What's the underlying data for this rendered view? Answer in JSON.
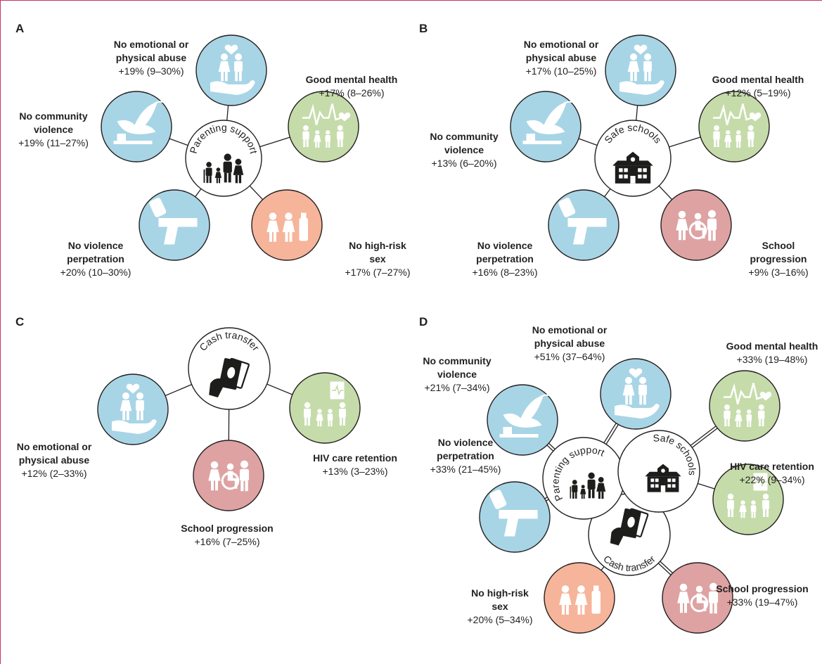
{
  "colors": {
    "frame": "#c8326e",
    "blue": "#a8d5e6",
    "green": "#c5dcaa",
    "salmon": "#f6b49a",
    "rose": "#dea2a2",
    "ink": "#231f20"
  },
  "panels": [
    {
      "letter": "A",
      "hubs": [
        {
          "label": "Parenting support",
          "icon": "family-icon"
        }
      ],
      "outcomes": [
        {
          "title": [
            "No emotional or",
            "physical abuse"
          ],
          "value": "+19% (9–30%)",
          "icon": "abuse-free-icon",
          "color": "blue"
        },
        {
          "title": [
            "Good mental health"
          ],
          "value": "+17% (8–26%)",
          "icon": "mental-health-icon",
          "color": "green"
        },
        {
          "title": [
            "No high-risk",
            "sex"
          ],
          "value": "+17% (7–27%)",
          "icon": "sexual-health-icon",
          "color": "salmon"
        },
        {
          "title": [
            "No violence",
            "perpetration"
          ],
          "value": "+20% (10–30%)",
          "icon": "gun-icon",
          "color": "blue"
        },
        {
          "title": [
            "No community",
            "violence"
          ],
          "value": "+19% (11–27%)",
          "icon": "dove-icon",
          "color": "blue"
        }
      ]
    },
    {
      "letter": "B",
      "hubs": [
        {
          "label": "Safe schools",
          "icon": "school-icon"
        }
      ],
      "outcomes": [
        {
          "title": [
            "No emotional or",
            "physical abuse"
          ],
          "value": "+17% (10–25%)",
          "icon": "abuse-free-icon",
          "color": "blue"
        },
        {
          "title": [
            "Good mental health"
          ],
          "value": "+12% (5–19%)",
          "icon": "mental-health-icon",
          "color": "green"
        },
        {
          "title": [
            "School",
            "progression"
          ],
          "value": "+9% (3–16%)",
          "icon": "students-icon",
          "color": "rose"
        },
        {
          "title": [
            "No violence",
            "perpetration"
          ],
          "value": "+16% (8–23%)",
          "icon": "gun-icon",
          "color": "blue"
        },
        {
          "title": [
            "No community",
            "violence"
          ],
          "value": "+13% (6–20%)",
          "icon": "dove-icon",
          "color": "blue"
        }
      ]
    },
    {
      "letter": "C",
      "hubs": [
        {
          "label": "Cash transfer",
          "icon": "cash-icon"
        }
      ],
      "outcomes": [
        {
          "title": [
            "No emotional or",
            "physical abuse"
          ],
          "value": "+12% (2–33%)",
          "icon": "abuse-free-icon",
          "color": "blue"
        },
        {
          "title": [
            "School progression"
          ],
          "value": "+16% (7–25%)",
          "icon": "students-icon",
          "color": "rose"
        },
        {
          "title": [
            "HIV care retention"
          ],
          "value": "+13% (3–23%)",
          "icon": "hiv-care-icon",
          "color": "green"
        }
      ]
    },
    {
      "letter": "D",
      "hubs": [
        {
          "label": "Parenting support",
          "icon": "family-icon"
        },
        {
          "label": "Safe schools",
          "icon": "school-icon"
        },
        {
          "label": "Cash transfer",
          "icon": "cash-icon"
        }
      ],
      "outcomes": [
        {
          "title": [
            "No emotional or",
            "physical abuse"
          ],
          "value": "+51% (37–64%)",
          "icon": "abuse-free-icon",
          "color": "blue"
        },
        {
          "title": [
            "Good mental health"
          ],
          "value": "+33% (19–48%)",
          "icon": "mental-health-icon",
          "color": "green"
        },
        {
          "title": [
            "HIV care retention"
          ],
          "value": "+22% (9–34%)",
          "icon": "hiv-care-icon",
          "color": "green"
        },
        {
          "title": [
            "School progression"
          ],
          "value": "+33% (19–47%)",
          "icon": "students-icon",
          "color": "rose"
        },
        {
          "title": [
            "No high-risk",
            "sex"
          ],
          "value": "+20% (5–34%)",
          "icon": "sexual-health-icon",
          "color": "salmon"
        },
        {
          "title": [
            "No violence",
            "perpetration"
          ],
          "value": "+33% (21–45%)",
          "icon": "gun-icon",
          "color": "blue"
        },
        {
          "title": [
            "No community",
            "violence"
          ],
          "value": "+21% (7–34%)",
          "icon": "dove-icon",
          "color": "blue"
        }
      ]
    }
  ]
}
